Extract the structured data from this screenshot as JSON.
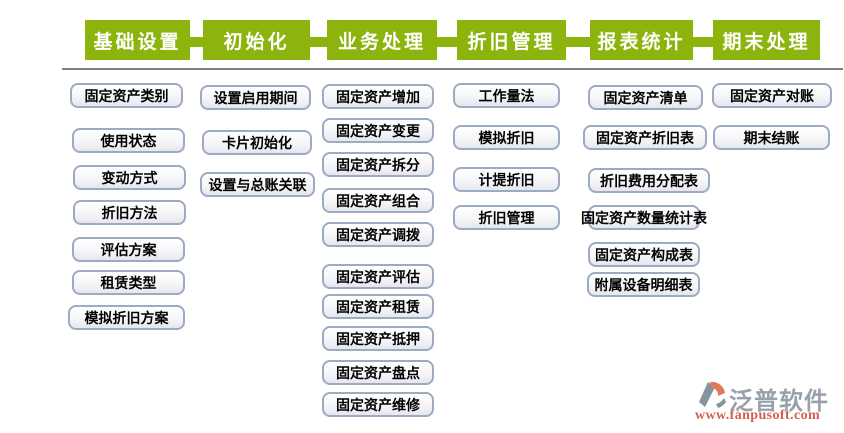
{
  "header": {
    "tabs": [
      {
        "label": "基础设置"
      },
      {
        "label": "初始化"
      },
      {
        "label": "业务处理"
      },
      {
        "label": "折旧管理"
      },
      {
        "label": "报表统计"
      },
      {
        "label": "期末处理"
      }
    ]
  },
  "columns": [
    {
      "tab": "基础设置",
      "items": [
        "固定资产类别",
        "使用状态",
        "变动方式",
        "折旧方法",
        "评估方案",
        "租赁类型",
        "模拟折旧方案"
      ]
    },
    {
      "tab": "初始化",
      "items": [
        "设置启用期间",
        "卡片初始化",
        "设置与总账关联"
      ]
    },
    {
      "tab": "业务处理",
      "items": [
        "固定资产增加",
        "固定资产变更",
        "固定资产拆分",
        "固定资产组合",
        "固定资产调拨",
        "固定资产评估",
        "固定资产租赁",
        "固定资产抵押",
        "固定资产盘点",
        "固定资产维修"
      ]
    },
    {
      "tab": "折旧管理",
      "items": [
        "工作量法",
        "模拟折旧",
        "计提折旧",
        "折旧管理"
      ]
    },
    {
      "tab": "报表统计",
      "items": [
        "固定资产清单",
        "固定资产折旧表",
        "折旧费用分配表",
        "固定资产数量统计表",
        "固定资产构成表",
        "附属设备明细表"
      ]
    },
    {
      "tab": "期末处理",
      "items": [
        "固定资产对账",
        "期末结账"
      ]
    }
  ],
  "watermark": {
    "brand": "泛普软件",
    "url": "www.fanpusoft.com"
  },
  "colors": {
    "tab_green": "#8cb40c",
    "button_border": "#9daac4",
    "divider_gray": "#7f7f7f",
    "brand_gray": "#98a1ab",
    "brand_red": "#d4604f"
  }
}
